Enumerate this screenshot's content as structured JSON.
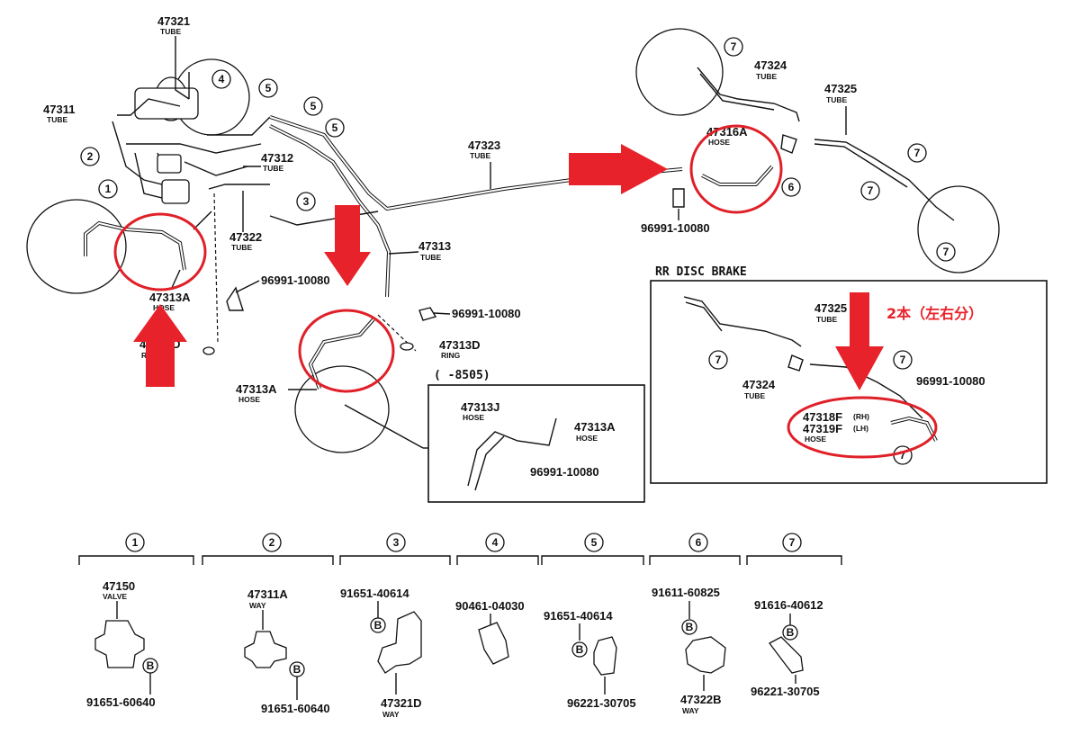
{
  "callouts": {
    "tube_47321": {
      "num": "47321",
      "type": "TUBE"
    },
    "tube_47311": {
      "num": "47311",
      "type": "TUBE"
    },
    "tube_47312": {
      "num": "47312",
      "type": "TUBE"
    },
    "tube_47322": {
      "num": "47322",
      "type": "TUBE"
    },
    "tube_47323": {
      "num": "47323",
      "type": "TUBE"
    },
    "tube_47313": {
      "num": "47313",
      "type": "TUBE"
    },
    "hose_47313a_front": {
      "num": "47313A",
      "type": "HOSE"
    },
    "ring_47313d_front": {
      "num": "47313D",
      "type": "RING"
    },
    "clip_front": {
      "num": "96991-10080"
    },
    "clip_mid": {
      "num": "96991-10080"
    },
    "hose_47313a_mid": {
      "num": "47313A",
      "type": "HOSE"
    },
    "ring_47313d_mid": {
      "num": "47313D",
      "type": "RING"
    },
    "tube_47324": {
      "num": "47324",
      "type": "TUBE"
    },
    "tube_47325": {
      "num": "47325",
      "type": "TUBE"
    },
    "hose_47316a": {
      "num": "47316A",
      "type": "HOSE"
    },
    "clip_rear": {
      "num": "96991-10080"
    }
  },
  "inset": {
    "range": "(     -8505)",
    "hose_j": {
      "num": "47313J",
      "type": "HOSE"
    },
    "hose_a": {
      "num": "47313A",
      "type": "HOSE"
    },
    "clip": {
      "num": "96991-10080"
    }
  },
  "rr_disc": {
    "title": "RR  DISC  BRAKE",
    "annotation": "2本（左右分）",
    "tube_47325": {
      "num": "47325",
      "type": "TUBE"
    },
    "tube_47324": {
      "num": "47324",
      "type": "TUBE"
    },
    "clip": {
      "num": "96991-10080"
    },
    "hose_rh": {
      "num": "47318F",
      "side": "(RH)"
    },
    "hose_lh": {
      "num": "47319F",
      "side": "(LH)"
    },
    "hose_type": "HOSE"
  },
  "circle_numbers": [
    "1",
    "2",
    "3",
    "4",
    "5",
    "6",
    "7"
  ],
  "legend": [
    {
      "key": "1",
      "parts": [
        {
          "num": "47150",
          "type": "VALVE"
        },
        {
          "num": "91651-60640"
        }
      ]
    },
    {
      "key": "2",
      "parts": [
        {
          "num": "47311A",
          "type": "WAY"
        },
        {
          "num": "91651-60640"
        }
      ]
    },
    {
      "key": "3",
      "parts": [
        {
          "num": "91651-40614"
        },
        {
          "num": "47321D",
          "type": "WAY"
        }
      ]
    },
    {
      "key": "4",
      "parts": [
        {
          "num": "90461-04030"
        }
      ]
    },
    {
      "key": "5",
      "parts": [
        {
          "num": "91651-40614"
        },
        {
          "num": "96221-30705"
        }
      ]
    },
    {
      "key": "6",
      "parts": [
        {
          "num": "91611-60825"
        },
        {
          "num": "47322B",
          "type": "WAY"
        }
      ]
    },
    {
      "key": "7",
      "parts": [
        {
          "num": "91616-40612"
        },
        {
          "num": "96221-30705"
        }
      ]
    }
  ],
  "bolt_letter": "B",
  "colors": {
    "accent_red": "#e8222a",
    "line": "#111111",
    "background": "#ffffff"
  }
}
